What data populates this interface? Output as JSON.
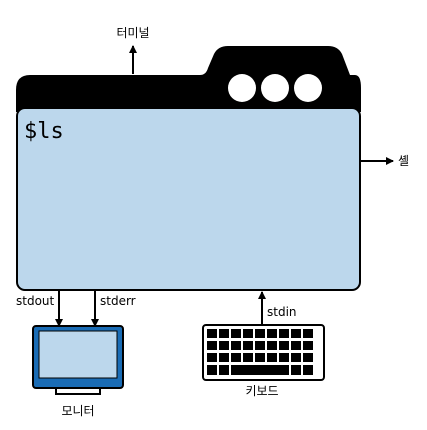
{
  "labels": {
    "terminal": "터미널",
    "shell": "셸",
    "stdout": "stdout",
    "stderr": "stderr",
    "stdin": "stdin",
    "monitor": "모니터",
    "keyboard": "키보드"
  },
  "terminal_window": {
    "command": "$ls",
    "window_buttons": [
      "circle",
      "circle",
      "circle"
    ]
  },
  "colors": {
    "window_frame": "#000000",
    "window_body": "#bcd7ec",
    "monitor_frame": "#1a6cb5",
    "monitor_screen": "#bcd7ec",
    "keyboard_key": "#000000"
  }
}
